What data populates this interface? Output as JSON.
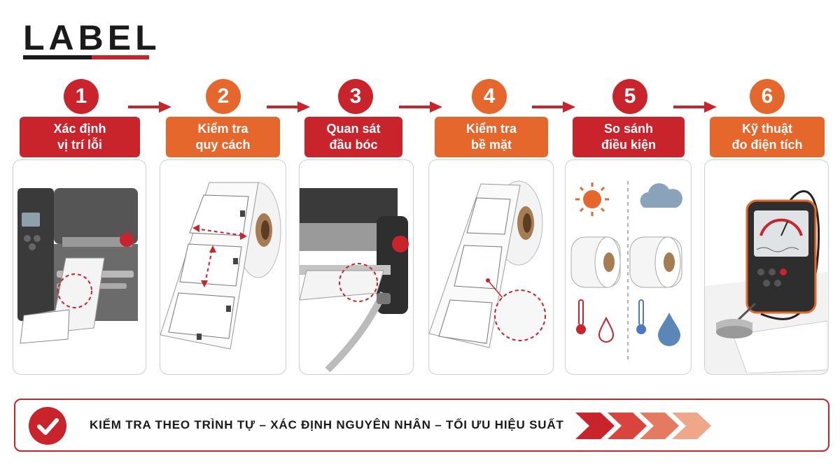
{
  "brand": {
    "logo_text": "LABEL"
  },
  "colors": {
    "red": "#c9232b",
    "orange": "#e5672b",
    "dark": "#1a1a1a"
  },
  "steps": [
    {
      "number": "1",
      "label": "Xác định\nvị trí lỗi"
    },
    {
      "number": "2",
      "label": "Kiểm tra\nquy cách"
    },
    {
      "number": "3",
      "label": "Quan sát\nđầu bóc"
    },
    {
      "number": "4",
      "label": "Kiểm tra\nbề mặt"
    },
    {
      "number": "5",
      "label": "So sánh\nđiều kiện"
    },
    {
      "number": "6",
      "label": "Kỹ thuật\nđo điện tích"
    }
  ],
  "footer": {
    "slogan": "KIỂM TRA THEO TRÌNH TỰ – XÁC ĐỊNH NGUYÊN NHÂN – TỐI ƯU HIỆU SUẤT"
  }
}
